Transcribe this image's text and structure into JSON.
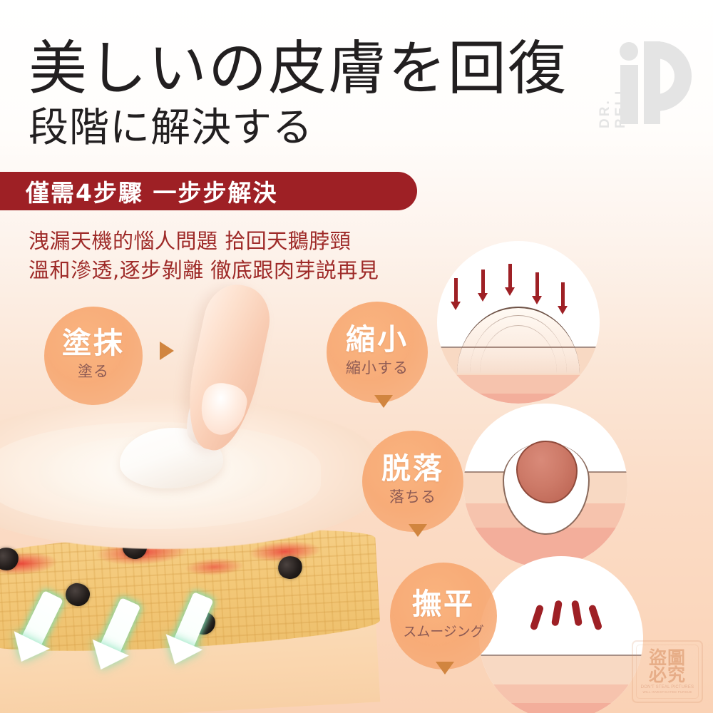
{
  "brand": {
    "name": "DR. RELL",
    "monogram": "iD"
  },
  "headline": {
    "line1": "美しいの皮膚を回復",
    "line2": "段階に解決する"
  },
  "banner": {
    "text": "僅需4步驟 一步步解決"
  },
  "subcopy": {
    "line1": "洩漏天機的惱人問題 拾回天鵝脖頸",
    "line2": "溫和滲透,逐步剝離 徹底跟肉芽説再見"
  },
  "steps": [
    {
      "title": "塗抹",
      "subtitle": "塗る",
      "arrow": "triangle-right-icon"
    },
    {
      "title": "縮小",
      "subtitle": "縮小する",
      "arrow": "triangle-down-icon"
    },
    {
      "title": "脱落",
      "subtitle": "落ちる",
      "arrow": "triangle-down-icon"
    },
    {
      "title": "撫平",
      "subtitle": "スムージング",
      "arrow": "triangle-down-icon"
    }
  ],
  "watermark": {
    "cn_line1": "盜圖",
    "cn_line2": "必究",
    "en_line1": "DON'T STEAL PICTURES",
    "en_line2": "WILL INVESTIGATED PURSUE"
  },
  "colors": {
    "banner_red": "#9e2025",
    "subcopy_red": "#9e2a28",
    "bubble_orange": "#f7a872",
    "bubble_sub_text": "#8c5a54",
    "arrow_brown": "#d1853f",
    "headline_black": "#221f20",
    "background_top": "#ffffff",
    "background_bottom": "#fad2b5"
  }
}
